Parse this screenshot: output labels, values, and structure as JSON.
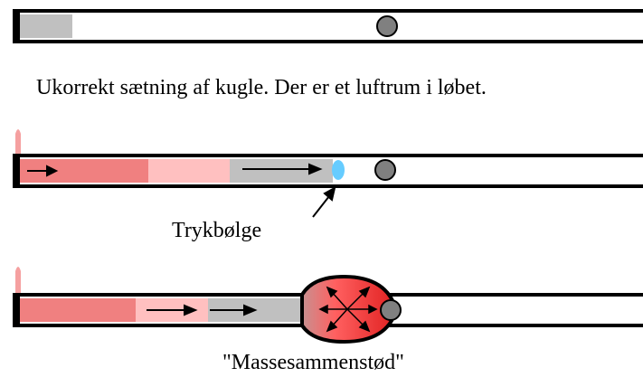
{
  "captions": {
    "incorrect_seating": "Ukorrekt sætning af kugle. Der er et luftrum i løbet.",
    "pressure_wave": "Trykbølge",
    "mass_collision": "\"Massesammenstød\""
  },
  "colors": {
    "barrel_outline": "#000000",
    "barrel_fill": "#ffffff",
    "air_gray": "#c0c0c0",
    "bullet": "#808080",
    "gas_dark_red": "#f08080",
    "gas_pink": "#ffc0c0",
    "flame": "#f5a0a0",
    "wave_cyan": "#66ccff",
    "bulge_red": "#e03030",
    "bulge_light": "#ff6060"
  }
}
